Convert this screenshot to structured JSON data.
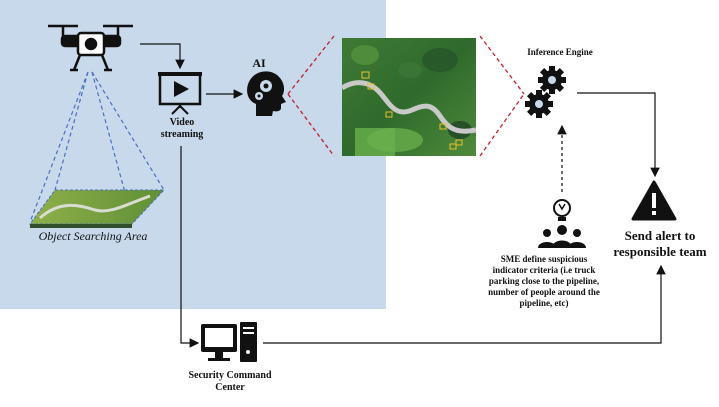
{
  "labels": {
    "video": "Video streaming",
    "object_area": "Object Searching Area",
    "ai": "AI",
    "inference_engine": "Inference Engine",
    "sme": "SME define suspicious indicator criteria (i.e truck parking close to the pipeline, number of people around the pipeline, etc)",
    "alert": "Send alert to responsible team",
    "command_center": "Security Command Center"
  },
  "icons": {
    "drone": "drone-icon",
    "video": "video-player-icon",
    "ai": "ai-head-gears-icon",
    "engine": "gears-icon",
    "sme": "team-idea-icon",
    "alert": "warning-triangle-icon",
    "command": "computer-icon"
  },
  "colors": {
    "panel": "#c8d9ec",
    "dashed_red": "#c0202a",
    "dashed_blue": "#4b6fbe",
    "icon": "#111111",
    "bounding_box": "#e8c22a"
  }
}
